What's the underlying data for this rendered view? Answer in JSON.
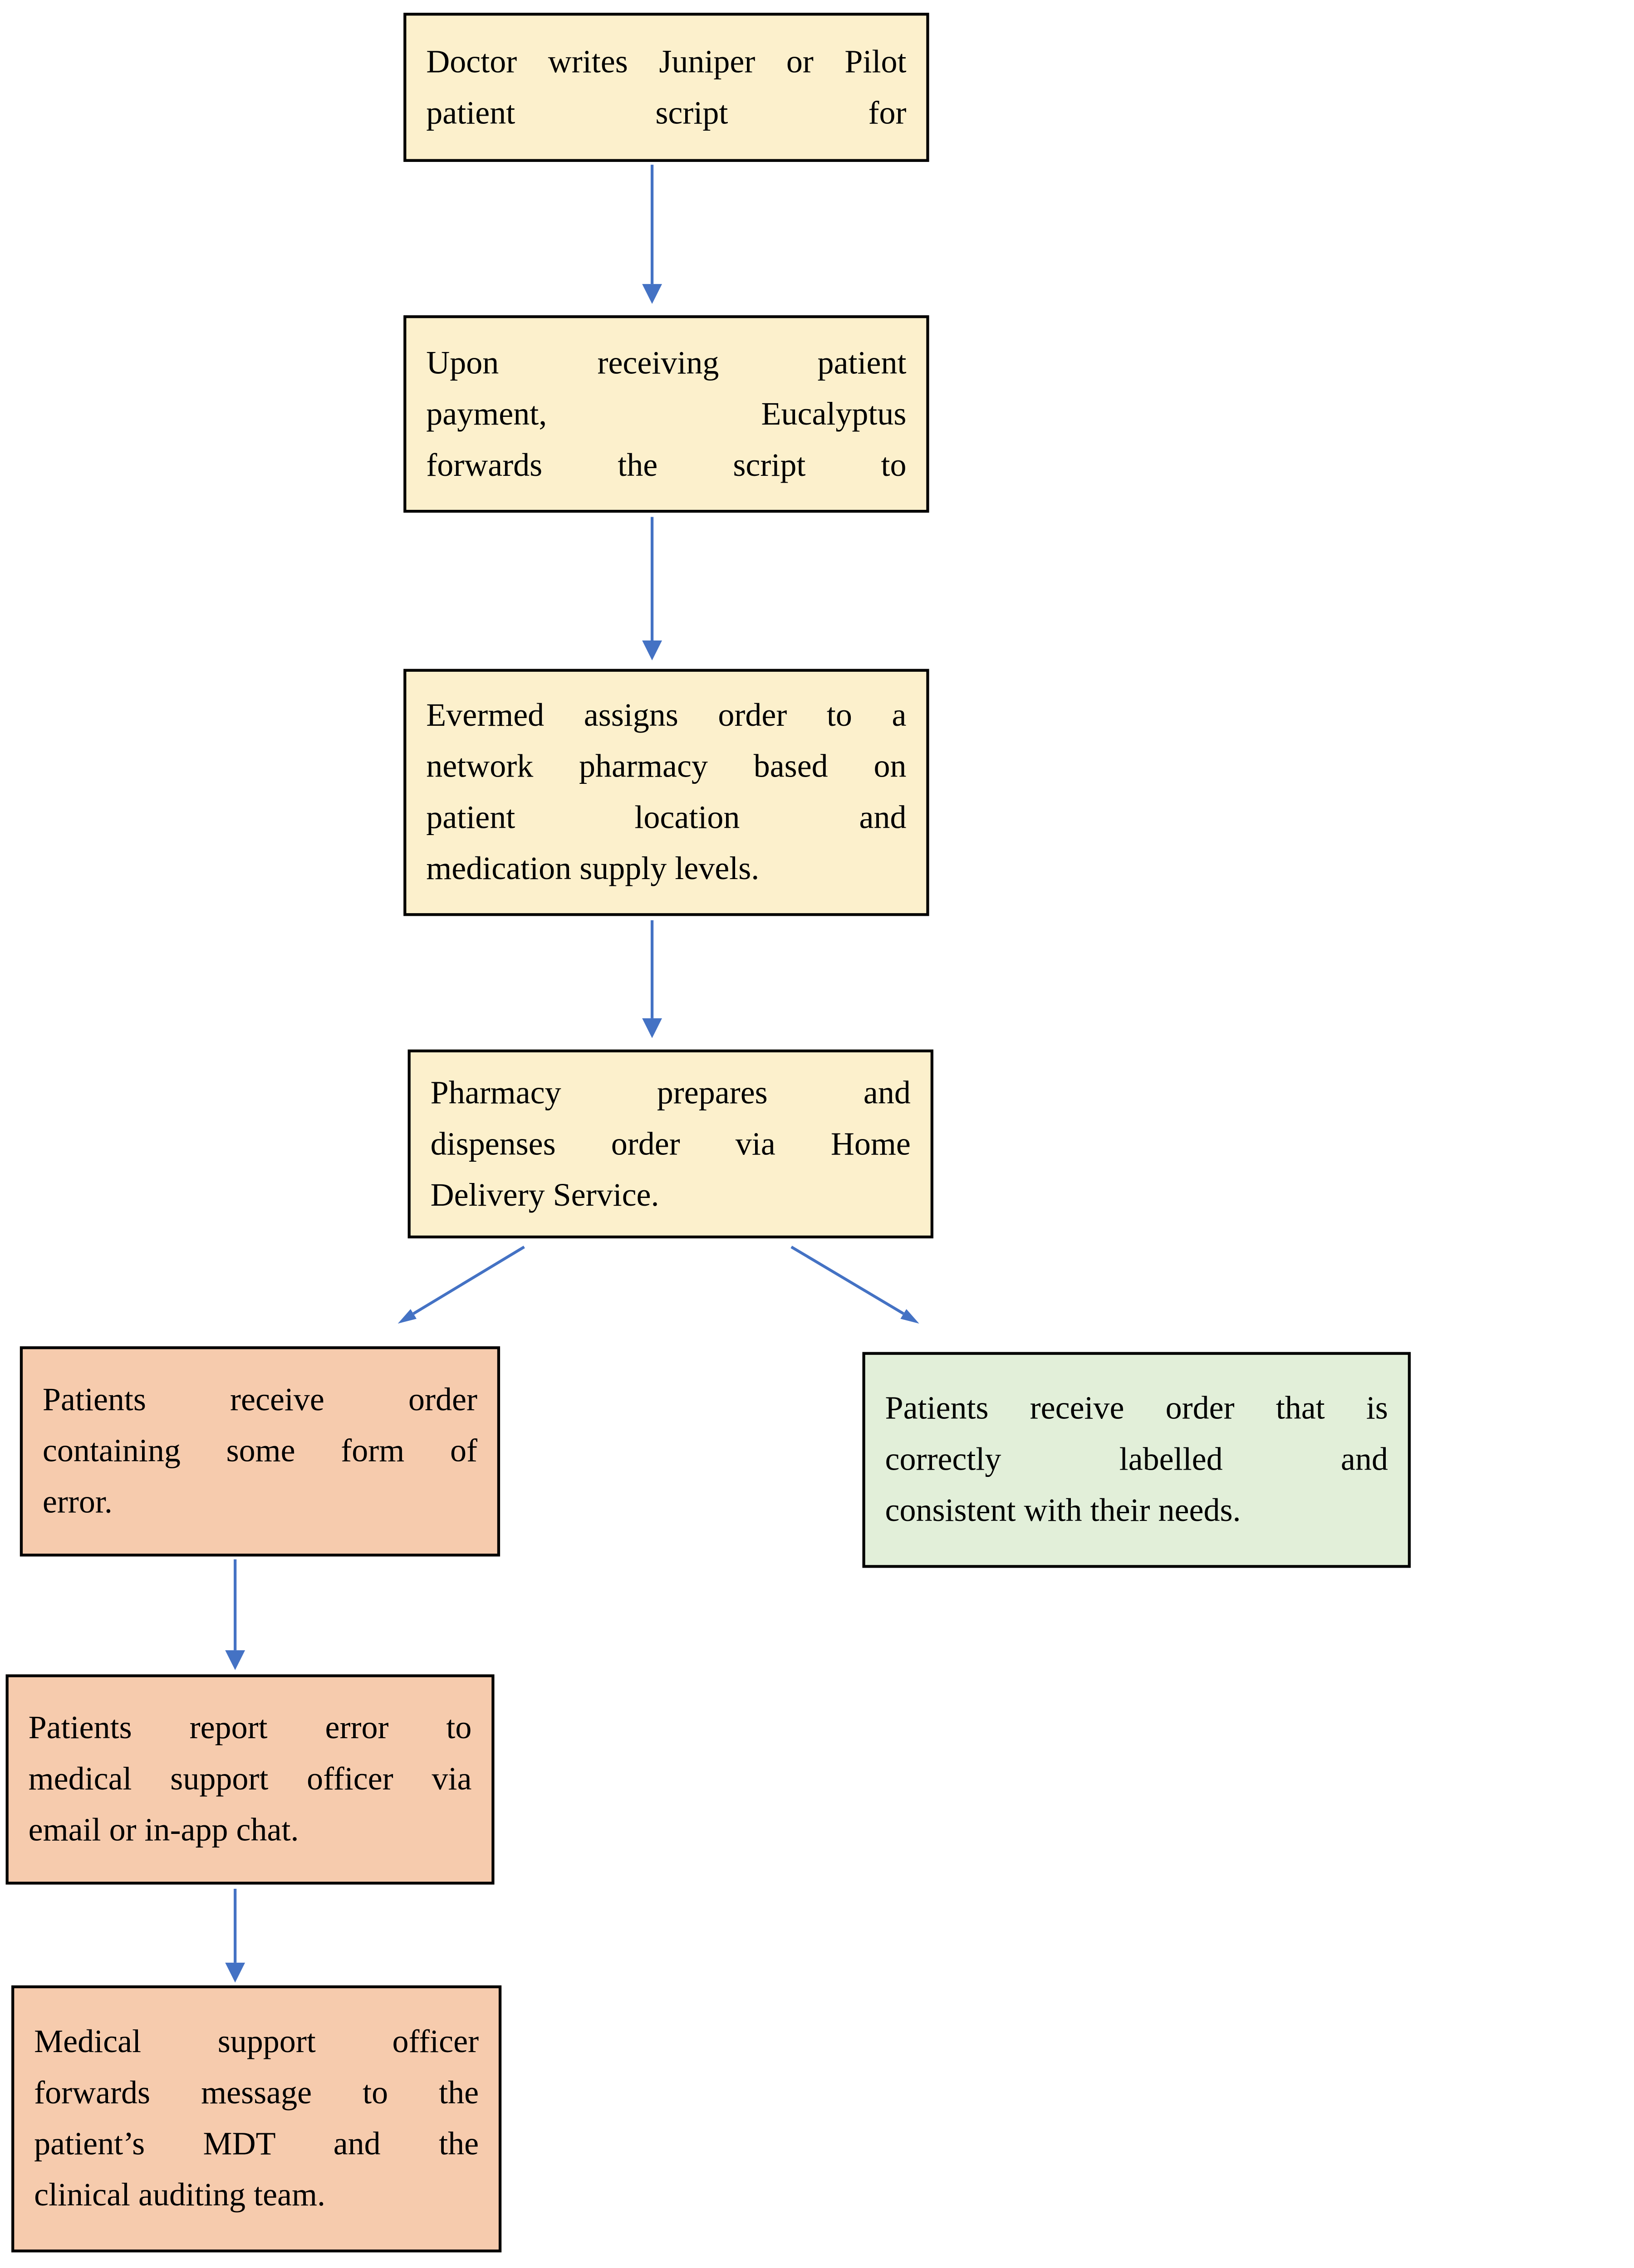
{
  "colors": {
    "box-yellow": "#FCF0CC",
    "box-orange": "#F6CBAD",
    "box-green": "#E2EFD9",
    "arrow-blue": "#4472C4",
    "border-black": "#000000"
  },
  "flowchart": {
    "nodes": [
      {
        "id": "doctor-writes-script",
        "color": "yellow",
        "text": "Doctor writes Juniper or Pilot patient script for",
        "lines": [
          "Doctor writes Juniper or Pilot",
          "patient script for"
        ]
      },
      {
        "id": "eucalyptus-forwards-script",
        "color": "yellow",
        "text": "Upon receiving patient payment, Eucalyptus forwards the script to",
        "lines": [
          "Upon receiving patient",
          "payment, Eucalyptus",
          "forwards the script to"
        ]
      },
      {
        "id": "evermed-assigns-order",
        "color": "yellow",
        "text": "Evermed assigns order to a network pharmacy based on patient location and medication supply levels.",
        "lines": [
          "Evermed assigns order to a",
          "network pharmacy based on",
          "patient location and",
          "medication supply levels."
        ]
      },
      {
        "id": "pharmacy-dispenses-order",
        "color": "yellow",
        "text": "Pharmacy prepares and dispenses order via Home Delivery Service.",
        "lines": [
          "Pharmacy prepares and",
          "dispenses order via Home",
          "Delivery Service."
        ]
      },
      {
        "id": "order-with-error",
        "color": "orange",
        "text": "Patients receive order containing some form of error.",
        "lines": [
          "Patients receive order",
          "containing some form of",
          "error."
        ]
      },
      {
        "id": "order-correct",
        "color": "green",
        "text": "Patients receive order that is correctly labelled and consistent with their needs.",
        "lines": [
          "Patients receive order that is",
          "correctly labelled and",
          "consistent with their needs."
        ]
      },
      {
        "id": "patients-report-error",
        "color": "orange",
        "text": "Patients report error to medical support officer via email or in-app chat.",
        "lines": [
          "Patients report error to",
          "medical support officer via",
          "email or in-app chat."
        ]
      },
      {
        "id": "officer-forwards-message",
        "color": "orange",
        "text": "Medical support officer forwards message to the patient’s MDT and the clinical auditing team.",
        "lines": [
          "Medical support officer",
          "forwards message to the",
          "patient’s MDT and the",
          "clinical auditing team."
        ]
      }
    ],
    "connections": [
      {
        "from": "doctor-writes-script",
        "to": "eucalyptus-forwards-script"
      },
      {
        "from": "eucalyptus-forwards-script",
        "to": "evermed-assigns-order"
      },
      {
        "from": "evermed-assigns-order",
        "to": "pharmacy-dispenses-order"
      },
      {
        "from": "pharmacy-dispenses-order",
        "to": "order-with-error"
      },
      {
        "from": "pharmacy-dispenses-order",
        "to": "order-correct"
      },
      {
        "from": "order-with-error",
        "to": "patients-report-error"
      },
      {
        "from": "patients-report-error",
        "to": "officer-forwards-message"
      }
    ]
  }
}
